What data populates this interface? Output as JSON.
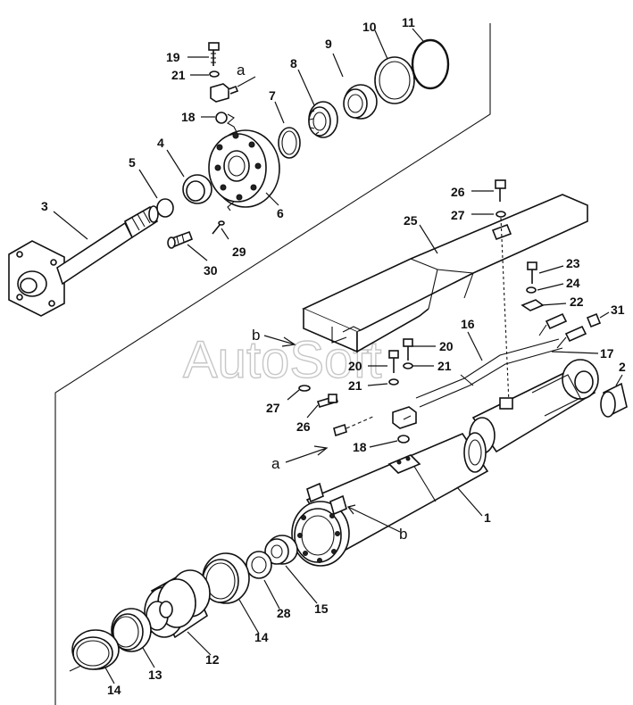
{
  "watermark": "AutoSoft",
  "callouts": [
    {
      "id": "c19",
      "text": "19"
    },
    {
      "id": "c21a",
      "text": "21"
    },
    {
      "id": "ca_top",
      "text": "a"
    },
    {
      "id": "c18a",
      "text": "18"
    },
    {
      "id": "c8",
      "text": "8"
    },
    {
      "id": "c9",
      "text": "9"
    },
    {
      "id": "c10",
      "text": "10"
    },
    {
      "id": "c11",
      "text": "11"
    },
    {
      "id": "c7",
      "text": "7"
    },
    {
      "id": "c5",
      "text": "5"
    },
    {
      "id": "c4",
      "text": "4"
    },
    {
      "id": "c6",
      "text": "6"
    },
    {
      "id": "c3",
      "text": "3"
    },
    {
      "id": "c29",
      "text": "29"
    },
    {
      "id": "c30",
      "text": "30"
    },
    {
      "id": "c26a",
      "text": "26"
    },
    {
      "id": "c27a",
      "text": "27"
    },
    {
      "id": "c25",
      "text": "25"
    },
    {
      "id": "c23",
      "text": "23"
    },
    {
      "id": "c24",
      "text": "24"
    },
    {
      "id": "c22",
      "text": "22"
    },
    {
      "id": "c31",
      "text": "31"
    },
    {
      "id": "cb_top",
      "text": "b"
    },
    {
      "id": "c16",
      "text": "16"
    },
    {
      "id": "c20a",
      "text": "20"
    },
    {
      "id": "c20b",
      "text": "20"
    },
    {
      "id": "c21b",
      "text": "21"
    },
    {
      "id": "c21c",
      "text": "21"
    },
    {
      "id": "c17",
      "text": "17"
    },
    {
      "id": "c2",
      "text": "2"
    },
    {
      "id": "c27b",
      "text": "27"
    },
    {
      "id": "c26b",
      "text": "26"
    },
    {
      "id": "c18b",
      "text": "18"
    },
    {
      "id": "ca_bot",
      "text": "a"
    },
    {
      "id": "c1",
      "text": "1"
    },
    {
      "id": "cb_bot",
      "text": "b"
    },
    {
      "id": "c15",
      "text": "15"
    },
    {
      "id": "c28",
      "text": "28"
    },
    {
      "id": "c14a",
      "text": "14"
    },
    {
      "id": "c12",
      "text": "12"
    },
    {
      "id": "c13",
      "text": "13"
    },
    {
      "id": "c14b",
      "text": "14"
    }
  ]
}
